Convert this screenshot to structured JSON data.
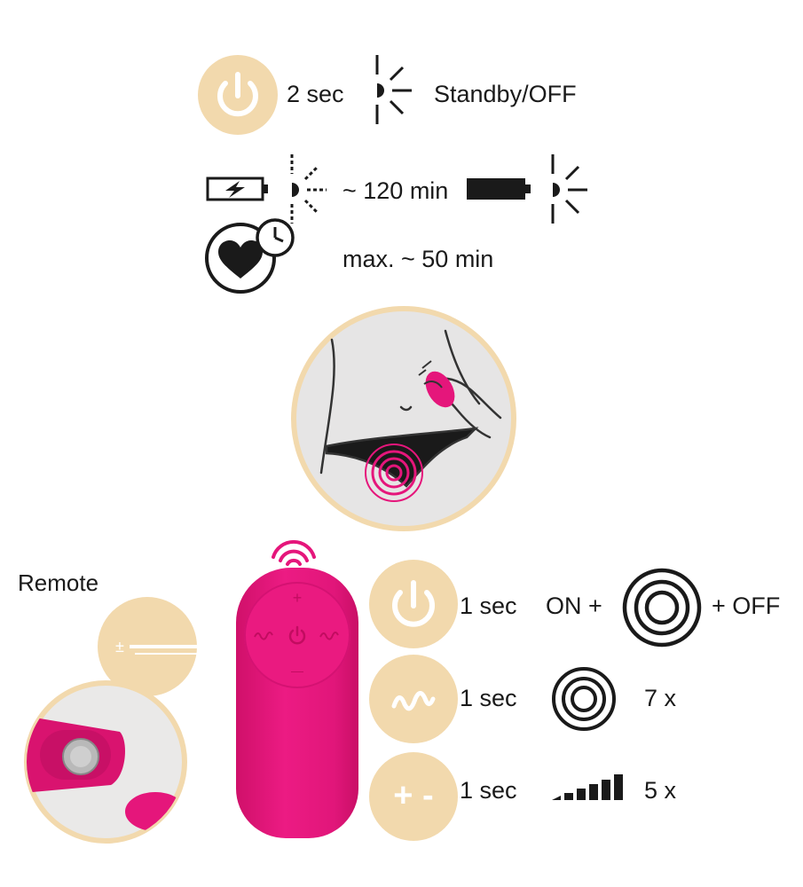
{
  "colors": {
    "beige": "#f2d9ad",
    "pink": "#e5167b",
    "dark": "#1a1a1a"
  },
  "top": {
    "standby": {
      "icon": "power-icon",
      "duration": "2 sec",
      "indicator": "led-blink-icon",
      "label": "Standby/OFF"
    },
    "charging": {
      "icons": [
        "battery-charging-icon",
        "led-dashed-blink-icon",
        "battery-full-icon",
        "led-blink-icon"
      ],
      "time": "~ 120 min"
    },
    "runtime": {
      "icon": "heart-clock-icon",
      "time": "max. ~ 50 min"
    }
  },
  "illustration": {
    "icon": "usage-illustration"
  },
  "remote": {
    "title": "Remote",
    "battery_icon": "battery-plus-minus-icon",
    "photo_icon": "remote-battery-photo"
  },
  "device": {
    "wave_icon": "wireless-signal-icon",
    "plus_glyph": "+",
    "minus_glyph": "—"
  },
  "functions": [
    {
      "button_icon": "power-icon",
      "duration": "1 sec",
      "on_text": "ON +",
      "pattern_icon": "rings-icon",
      "off_text": "+ OFF"
    },
    {
      "button_icon": "wave-icon",
      "duration": "1 sec",
      "pattern_icon": "rings-icon",
      "count": "7 x"
    },
    {
      "button_icon": "plus-minus-icon",
      "button_text": "+ -",
      "duration": "1 sec",
      "pattern_icon": "intensity-steps-icon",
      "count": "5 x"
    }
  ]
}
